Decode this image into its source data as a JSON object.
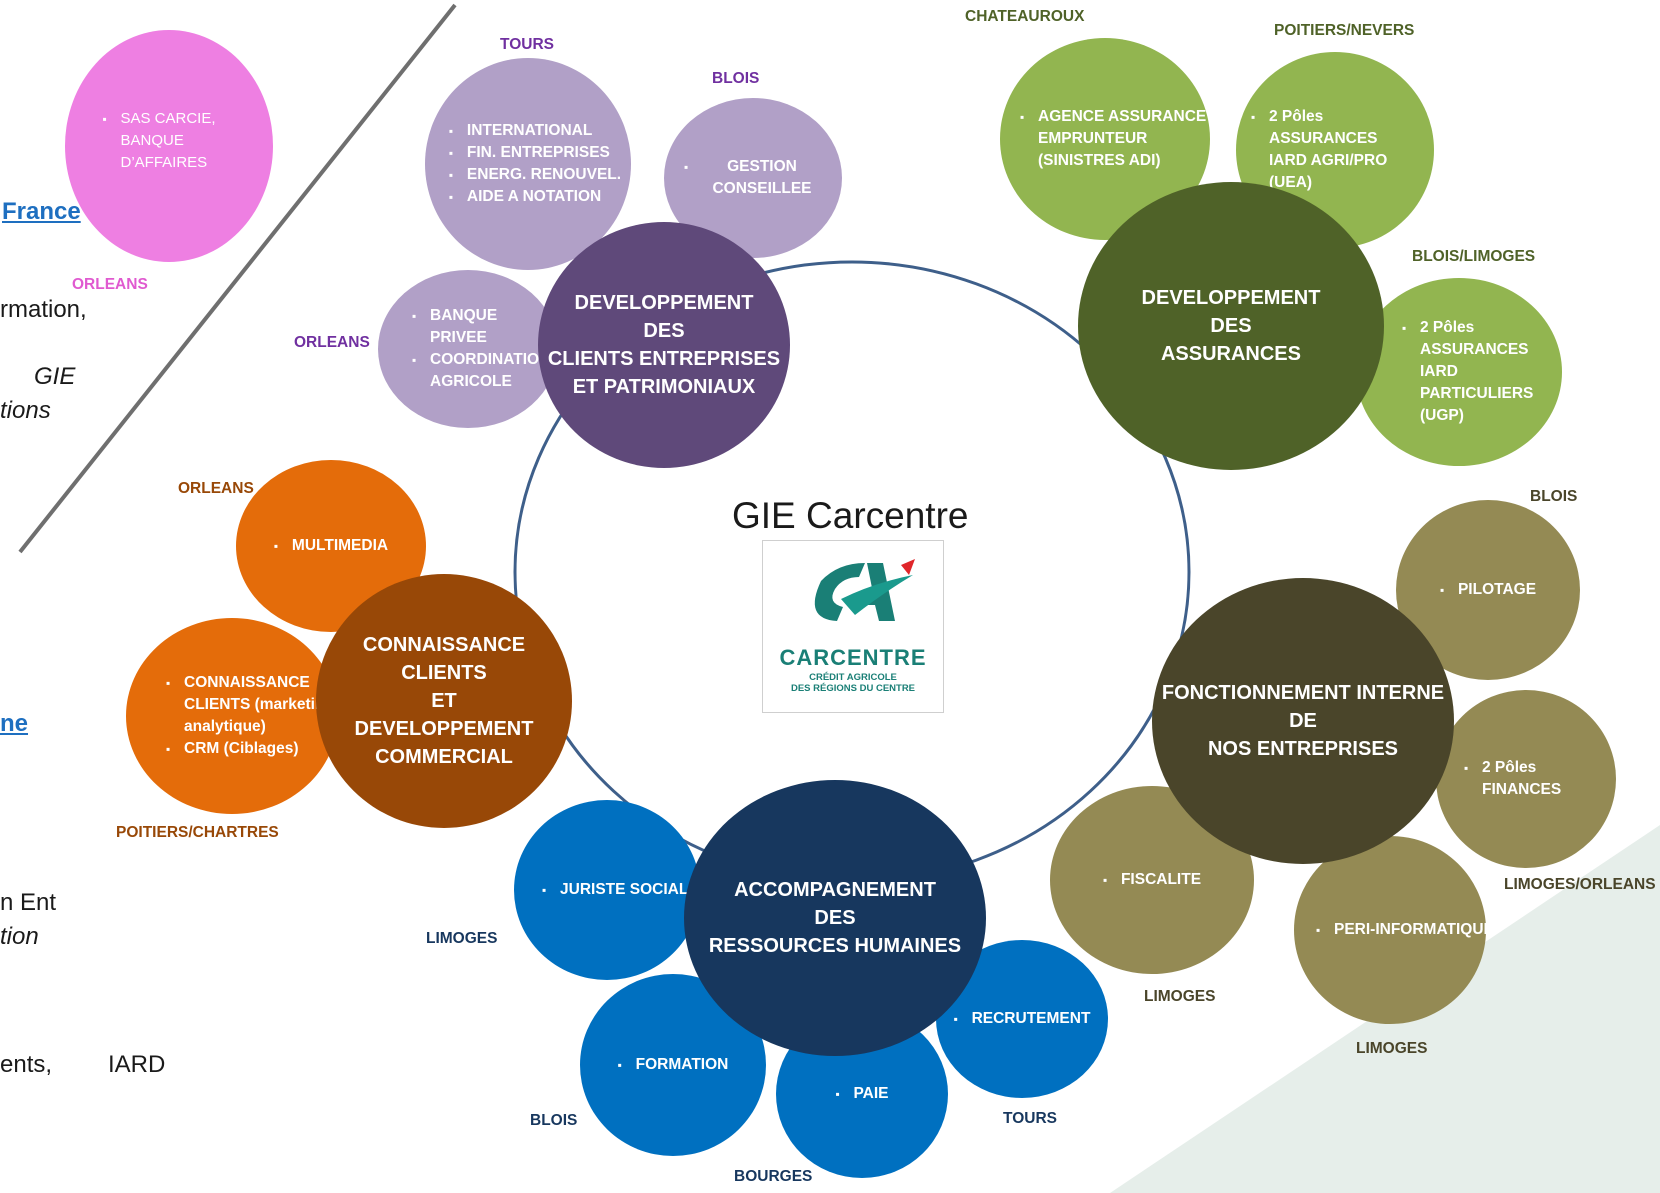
{
  "title": "GIE Carcentre",
  "logo": {
    "name": "CARCENTRE",
    "subtitle": "CRÉDIT AGRICOLE\nDES RÉGIONS DU CENTRE",
    "icon": "credit-agricole-logo"
  },
  "colors": {
    "purple_hub": "#5f497a",
    "purple_sat": "#b1a0c7",
    "green_hub": "#4f6228",
    "green_sat": "#92b550",
    "olive_hub": "#4a452a",
    "olive_sat": "#948a54",
    "navy_hub": "#17375e",
    "blue_sat": "#0070c0",
    "brown_hub": "#984807",
    "orange_sat": "#e46c0a",
    "pink": "#ee7fe2",
    "ring": "#3e5f8a"
  },
  "side": {
    "orleans": "ORLEANS",
    "sas": [
      "SAS CARCIE,",
      "BANQUE",
      "D’AFFAIRES"
    ],
    "link1": "France",
    "text1": "rmation,",
    "italic1": "GIE",
    "italic2": "tions",
    "link2": "ne",
    "text2": "n Ent",
    "italic3": "tion",
    "text3": "ents,",
    "text4": "IARD"
  },
  "hubs": {
    "clients_entreprises": "DEVELOPPEMENT\nDES\nCLIENTS ENTREPRISES\nET PATRIMONIAUX",
    "assurances": "DEVELOPPEMENT\nDES\nASSURANCES",
    "fonctionnement": "FONCTIONNEMENT INTERNE\nDE\nNOS ENTREPRISES",
    "ressources_humaines": "ACCOMPAGNEMENT\nDES\nRESSOURCES HUMAINES",
    "connaissance": "CONNAISSANCE CLIENTS\nET\nDEVELOPPEMENT\nCOMMERCIAL"
  },
  "satellites": {
    "tours_purple": [
      "INTERNATIONAL",
      "FIN. ENTREPRISES",
      "ENERG. RENOUVEL.",
      "AIDE A NOTATION"
    ],
    "blois_purple": [
      "GESTION CONSEILLEE"
    ],
    "orleans_purple": [
      "BANQUE PRIVEE",
      "COORDINATION AGRICOLE"
    ],
    "chateauroux": [
      "AGENCE ASSURANCE EMPRUNTEUR (SINISTRES ADI)"
    ],
    "poitiers_nevers": [
      "2 Pôles ASSURANCES IARD AGRI/PRO (UEA)"
    ],
    "blois_limoges": [
      "2 Pôles ASSURANCES IARD PARTICULIERS (UGP)"
    ],
    "pilotage": [
      "PILOTAGE"
    ],
    "finances": [
      "2 Pôles FINANCES"
    ],
    "peri": [
      "PERI-INFORMATIQUE"
    ],
    "fiscalite": [
      "FISCALITE"
    ],
    "juriste": [
      "JURISTE  SOCIAL"
    ],
    "formation": [
      "FORMATION"
    ],
    "paie": [
      "PAIE"
    ],
    "recrutement": [
      "RECRUTEMENT"
    ],
    "multimedia": [
      "MULTIMEDIA"
    ],
    "connaissance_sat": [
      "CONNAISSANCE CLIENTS (marketing analytique)",
      "CRM (Ciblages)"
    ]
  },
  "locations": {
    "tours_purple": "TOURS",
    "blois_purple": "BLOIS",
    "orleans_purple": "ORLEANS",
    "chateauroux": "CHATEAUROUX",
    "poitiers_nevers": "POITIERS/NEVERS",
    "blois_limoges": "BLOIS/LIMOGES",
    "blois_olive": "BLOIS",
    "limoges_orleans": "LIMOGES/ORLEANS",
    "limoges_fiscalite": "LIMOGES",
    "limoges_peri": "LIMOGES",
    "limoges_juriste": "LIMOGES",
    "blois_formation": "BLOIS",
    "bourges": "BOURGES",
    "tours_recrutement": "TOURS",
    "orleans_orange": "ORLEANS",
    "poitiers_chartres": "POITIERS/CHARTRES"
  }
}
